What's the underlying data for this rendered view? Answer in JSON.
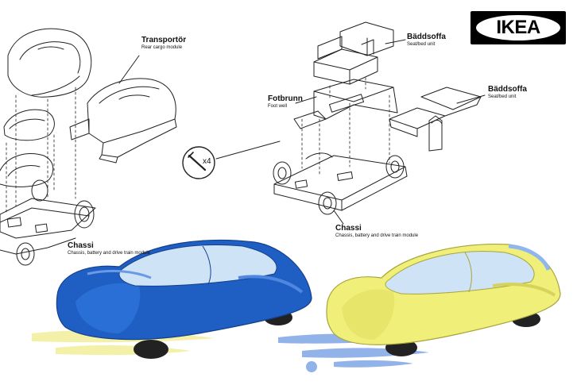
{
  "logo": {
    "text": "IKEA",
    "colors": {
      "background": "#000000",
      "text": "#000000",
      "oval": "#ffffff"
    }
  },
  "labels": {
    "transportor": {
      "title": "Transportör",
      "subtitle": "Rear cargo module"
    },
    "baddsoffa_top": {
      "title": "Bäddsoffa",
      "subtitle": "Seat/bed unit"
    },
    "baddsoffa_right": {
      "title": "Bäddsoffa",
      "subtitle": "Seat/bed unit"
    },
    "fotbrunn": {
      "title": "Fotbrunn",
      "subtitle": "Foot well"
    },
    "chassi_left": {
      "title": "Chassi",
      "subtitle": "Chassis, battery and drive train module"
    },
    "chassi_right": {
      "title": "Chassi",
      "subtitle": "Chassis, battery and drive train module"
    }
  },
  "screw_callout": {
    "quantity": "x4",
    "icon": "screw-icon"
  },
  "cars": [
    {
      "name": "blue car",
      "body_color": "#1f5fc4",
      "speed_streak_color": "#f2ef9e"
    },
    {
      "name": "yellow car",
      "body_color": "#f0ef7a",
      "speed_streak_color": "#7fa6e6"
    }
  ]
}
